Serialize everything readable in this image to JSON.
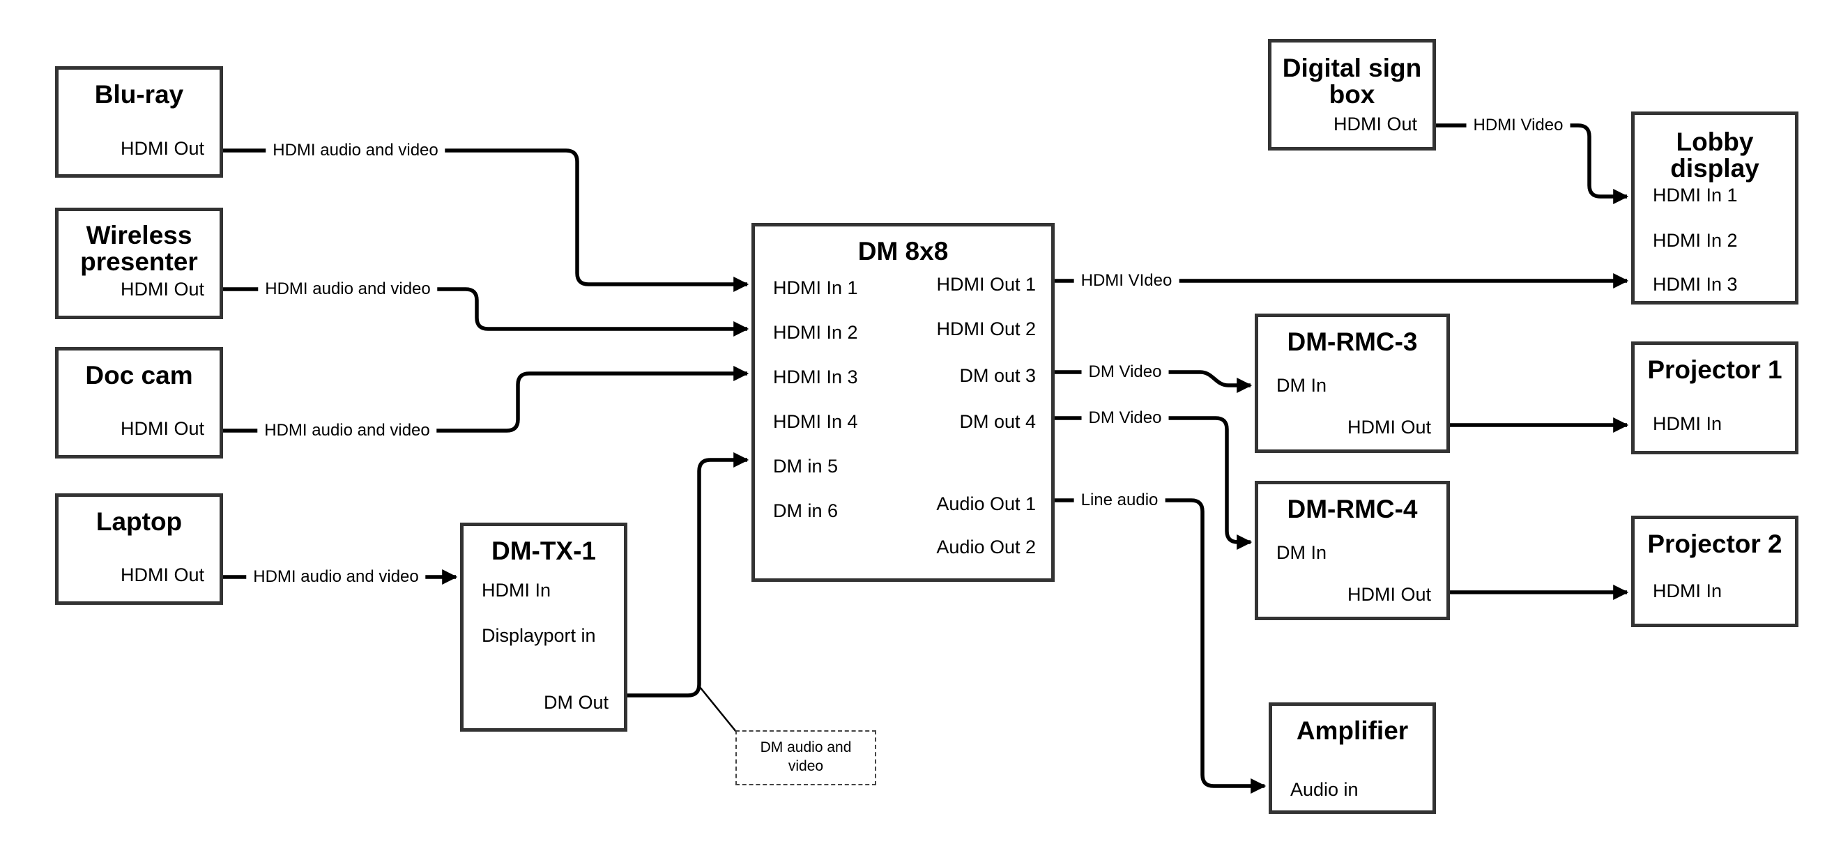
{
  "diagram": {
    "colors": {
      "line": "#000000",
      "box_border": "#333333",
      "background": "#ffffff",
      "text": "#000000"
    },
    "nodes": {
      "bluray": {
        "title": "Blu-ray",
        "ports": {
          "hdmi_out": "HDMI Out"
        }
      },
      "wireless": {
        "title_line1": "Wireless",
        "title_line2": "presenter",
        "ports": {
          "hdmi_out": "HDMI Out"
        }
      },
      "doccam": {
        "title": "Doc cam",
        "ports": {
          "hdmi_out": "HDMI Out"
        }
      },
      "laptop": {
        "title": "Laptop",
        "ports": {
          "hdmi_out": "HDMI Out"
        }
      },
      "dmtx1": {
        "title": "DM-TX-1",
        "ports": {
          "hdmi_in": "HDMI In",
          "displayport_in": "Displayport in",
          "dm_out": "DM Out"
        }
      },
      "dm8x8": {
        "title": "DM 8x8",
        "ports": {
          "hdmi_in_1": "HDMI In 1",
          "hdmi_in_2": "HDMI In 2",
          "hdmi_in_3": "HDMI In 3",
          "hdmi_in_4": "HDMI In 4",
          "dm_in_5": "DM in 5",
          "dm_in_6": "DM in 6",
          "hdmi_out_1": "HDMI Out 1",
          "hdmi_out_2": "HDMI Out 2",
          "dm_out_3": "DM out 3",
          "dm_out_4": "DM out 4",
          "audio_out_1": "Audio Out 1",
          "audio_out_2": "Audio Out 2"
        }
      },
      "digital_sign": {
        "title_line1": "Digital sign",
        "title_line2": "box",
        "ports": {
          "hdmi_out": "HDMI Out"
        }
      },
      "lobby": {
        "title_line1": "Lobby",
        "title_line2": "display",
        "ports": {
          "hdmi_in_1": "HDMI In 1",
          "hdmi_in_2": "HDMI In 2",
          "hdmi_in_3": "HDMI In 3"
        }
      },
      "dmrmc3": {
        "title": "DM-RMC-3",
        "ports": {
          "dm_in": "DM In",
          "hdmi_out": "HDMI Out"
        }
      },
      "proj1": {
        "title": "Projector 1",
        "ports": {
          "hdmi_in": "HDMI In"
        }
      },
      "dmrmc4": {
        "title": "DM-RMC-4",
        "ports": {
          "dm_in": "DM In",
          "hdmi_out": "HDMI Out"
        }
      },
      "proj2": {
        "title": "Projector 2",
        "ports": {
          "hdmi_in": "HDMI In"
        }
      },
      "amplifier": {
        "title": "Amplifier",
        "ports": {
          "audio_in": "Audio in"
        }
      }
    },
    "edge_labels": {
      "bluray_hdmi": "HDMI audio and video",
      "wireless_hdmi": "HDMI audio and video",
      "doccam_hdmi": "HDMI audio and video",
      "laptop_hdmi": "HDMI audio and video",
      "hdmi_video_out1": "HDMI VIdeo",
      "dm_video_out3": "DM Video",
      "dm_video_out4": "DM Video",
      "line_audio": "Line audio",
      "hdmi_video_sign": "HDMI Video"
    },
    "callout": {
      "line1": "DM audio and",
      "line2": "video"
    }
  }
}
